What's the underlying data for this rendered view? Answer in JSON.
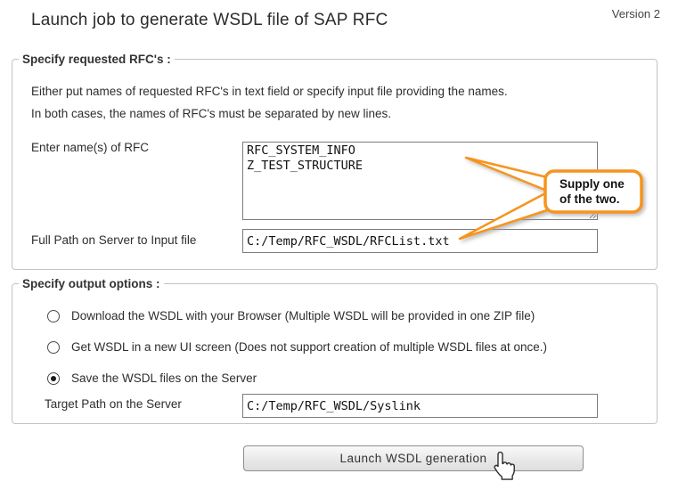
{
  "page": {
    "title": "Launch job to generate WSDL file of SAP RFC",
    "version": "Version 2"
  },
  "rfc_section": {
    "legend": "Specify requested RFC's :",
    "instruction_line1": "Either put names of requested RFC's in text field or specify input file providing the names.",
    "instruction_line2": "In both cases, the names of RFC's must be separated by new lines.",
    "rfc_names_label": "Enter name(s) of RFC",
    "rfc_names_value": "RFC_SYSTEM_INFO\nZ_TEST_STRUCTURE",
    "input_file_label": "Full Path on Server to Input file",
    "input_file_value": "C:/Temp/RFC_WSDL/RFCList.txt"
  },
  "callout": {
    "text_line1": "Supply one",
    "text_line2": "of the two.",
    "accent_color": "#F7941E"
  },
  "output_section": {
    "legend": "Specify output options :",
    "options": [
      {
        "label": "Download the WSDL with your Browser (Multiple WSDL will be provided in one ZIP file)",
        "selected": false
      },
      {
        "label": "Get WSDL in a new UI screen (Does not support creation of multiple WSDL files at once.)",
        "selected": false
      },
      {
        "label": "Save the WSDL files on the Server",
        "selected": true
      }
    ],
    "target_path_label": "Target Path on the Server",
    "target_path_value": "C:/Temp/RFC_WSDL/Syslink"
  },
  "actions": {
    "launch_button_label": "Launch WSDL generation"
  },
  "cursor": {
    "type": "hand-pointer"
  }
}
